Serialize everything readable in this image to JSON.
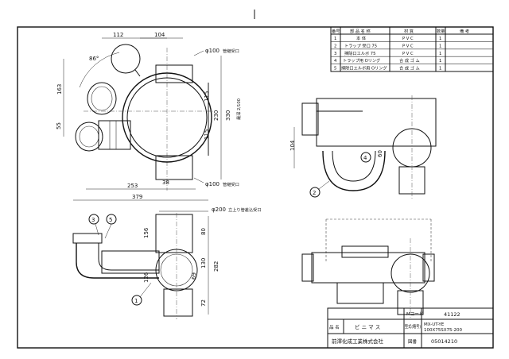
{
  "parts_table": {
    "headers": [
      "番号",
      "部 品 名 称",
      "材 質",
      "数量",
      "備 考"
    ],
    "rows": [
      [
        "1",
        "本 体",
        "P V C",
        "1",
        ""
      ],
      [
        "2",
        "トラップ 受口 75",
        "P V C",
        "1",
        ""
      ],
      [
        "3",
        "掃除口エルボ 75",
        "P V C",
        "1",
        ""
      ],
      [
        "4",
        "トラップ用 Oリング",
        "合 成 ゴ ム",
        "1",
        ""
      ],
      [
        "5",
        "掃除口エルボ用 Oリング",
        "合 成 ゴ ム",
        "1",
        ""
      ]
    ]
  },
  "title_block": {
    "code_label": "Mコード",
    "code_value": "41122",
    "name_label": "品 名",
    "name_value": "ビ ニ マ ス",
    "model_label": "型式(略号)",
    "model_value_1": "MX-UT-YE",
    "model_value_2": "100X75SX75-200",
    "company": "前澤化成工業株式会社",
    "doc_label": "図番",
    "doc_value": "05014210"
  },
  "dims": {
    "d112": "112",
    "d104_top": "104",
    "d86": "86°",
    "d163": "163",
    "d55": "55",
    "d115_a": "115",
    "d230": "230",
    "d115_b": "115",
    "d330": "330",
    "d2100": "最深 2/100",
    "d38": "38",
    "d253": "253",
    "d379": "379",
    "d100a": "φ100",
    "d100a_note": "管継受口",
    "d100b": "φ100",
    "d100b_note": "管継受口",
    "d200": "φ200",
    "d200_note": "立上り管差込受口",
    "d156": "156",
    "d80": "80",
    "d130": "130",
    "d282": "282",
    "d126": "126",
    "d69": "69",
    "d72": "72",
    "d104_right": "104",
    "d60": "60"
  },
  "balloons": [
    "1",
    "2",
    "3",
    "4",
    "5"
  ]
}
